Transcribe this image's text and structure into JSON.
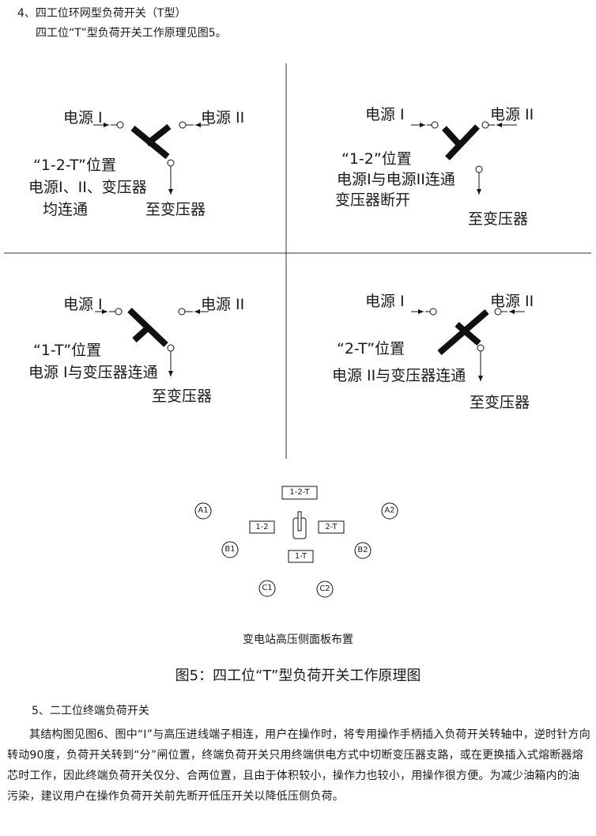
{
  "section4": {
    "heading": "4、四工位环网型负荷开关（T型）",
    "intro": "四工位“T”型负荷开关工作原理见图5。"
  },
  "panels": [
    {
      "source1": "电源 I",
      "source2": "电源 II",
      "state_lines": [
        "“1-2-T”位置",
        "电源I、II、变压器",
        "均连通"
      ],
      "output": "至变压器"
    },
    {
      "source1": "电源 I",
      "source2": "电源 II",
      "state_lines": [
        "“1-2”位置",
        "电源I与电源II连通",
        "变压器断开"
      ],
      "output": "至变压器"
    },
    {
      "source1": "电源 I",
      "source2": "电源 II",
      "state_lines": [
        "“1-T”位置",
        "电源 I与变压器连通"
      ],
      "output": "至变压器"
    },
    {
      "source1": "电源 I",
      "source2": "电源 II",
      "state_lines": [
        "“2-T”位置",
        "电源 II与变压器连通"
      ],
      "output": "至变压器"
    }
  ],
  "control_panel": {
    "positions": {
      "top": "1-2-T",
      "left": "1-2",
      "right": "2-T",
      "bottom": "1-T"
    },
    "indicators": [
      "A1",
      "A2",
      "B1",
      "B2",
      "C1",
      "C2"
    ],
    "caption": "变电站高压侧面板布置"
  },
  "figure_caption": "图5：四工位“T”型负荷开关工作原理图",
  "section5": {
    "heading": "5、二工位终端负荷开关",
    "body": "其结构图见图6、图中“I”与高压进线端子相连，用户在操作时，将专用操作手柄插入负荷开关转轴中，逆时针方向转动90度，负荷开关转到“分”闸位置，终端负荷开关只用终端供电方式中切断变压器支路，或在更换插入式熔断器熔芯时工作，因此终端负荷开关仅分、合两位置，且由于体积较小，操作力也较小，用操作很方便。为减少油箱内的油污染，建议用户在操作负荷开关前先断开低压开关以降低压侧负荷。"
  }
}
